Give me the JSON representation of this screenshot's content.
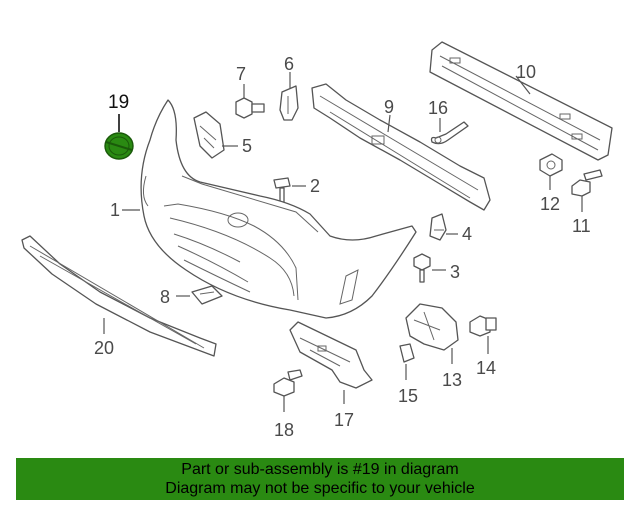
{
  "diagram": {
    "highlighted_part": "19",
    "highlight_color": "#2a8a12",
    "callouts": {
      "p1": "1",
      "p2": "2",
      "p3": "3",
      "p4": "4",
      "p5": "5",
      "p6": "6",
      "p7": "7",
      "p8": "8",
      "p9": "9",
      "p10": "10",
      "p11": "11",
      "p12": "12",
      "p13": "13",
      "p14": "14",
      "p15": "15",
      "p16": "16",
      "p17": "17",
      "p18": "18",
      "p19": "19",
      "p20": "20"
    }
  },
  "banner": {
    "line1": "Part or sub-assembly is #19 in diagram",
    "line2": "Diagram may not be specific to your vehicle",
    "background": "#2a8a12"
  }
}
